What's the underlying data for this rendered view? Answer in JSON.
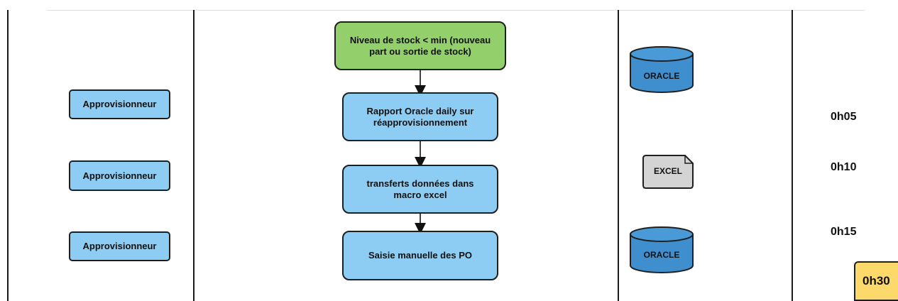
{
  "roles": [
    {
      "label": "Approvisionneur"
    },
    {
      "label": "Approvisionneur"
    },
    {
      "label": "Approvisionneur"
    }
  ],
  "process": [
    {
      "label": "Niveau de stock < min (nouveau part ou sortie de stock)",
      "kind": "start"
    },
    {
      "label": "Rapport Oracle daily sur réapprovisionnement",
      "kind": "step"
    },
    {
      "label": "transferts données dans macro excel",
      "kind": "step"
    },
    {
      "label": "Saisie manuelle des PO",
      "kind": "step"
    }
  ],
  "systems": [
    {
      "label": "ORACLE",
      "icon": "database-icon"
    },
    {
      "label": "EXCEL",
      "icon": "document-icon"
    },
    {
      "label": "ORACLE",
      "icon": "database-icon"
    }
  ],
  "times": [
    "0h05",
    "0h10",
    "0h15"
  ],
  "total_time": "0h30",
  "colors": {
    "role_fill": "#8ecdf3",
    "step_fill": "#8ecdf3",
    "start_fill": "#93d06b",
    "database_fill": "#3f8fcf",
    "document_fill": "#d4d4d4",
    "total_fill": "#fcd96a",
    "line": "#1a1a1a"
  }
}
